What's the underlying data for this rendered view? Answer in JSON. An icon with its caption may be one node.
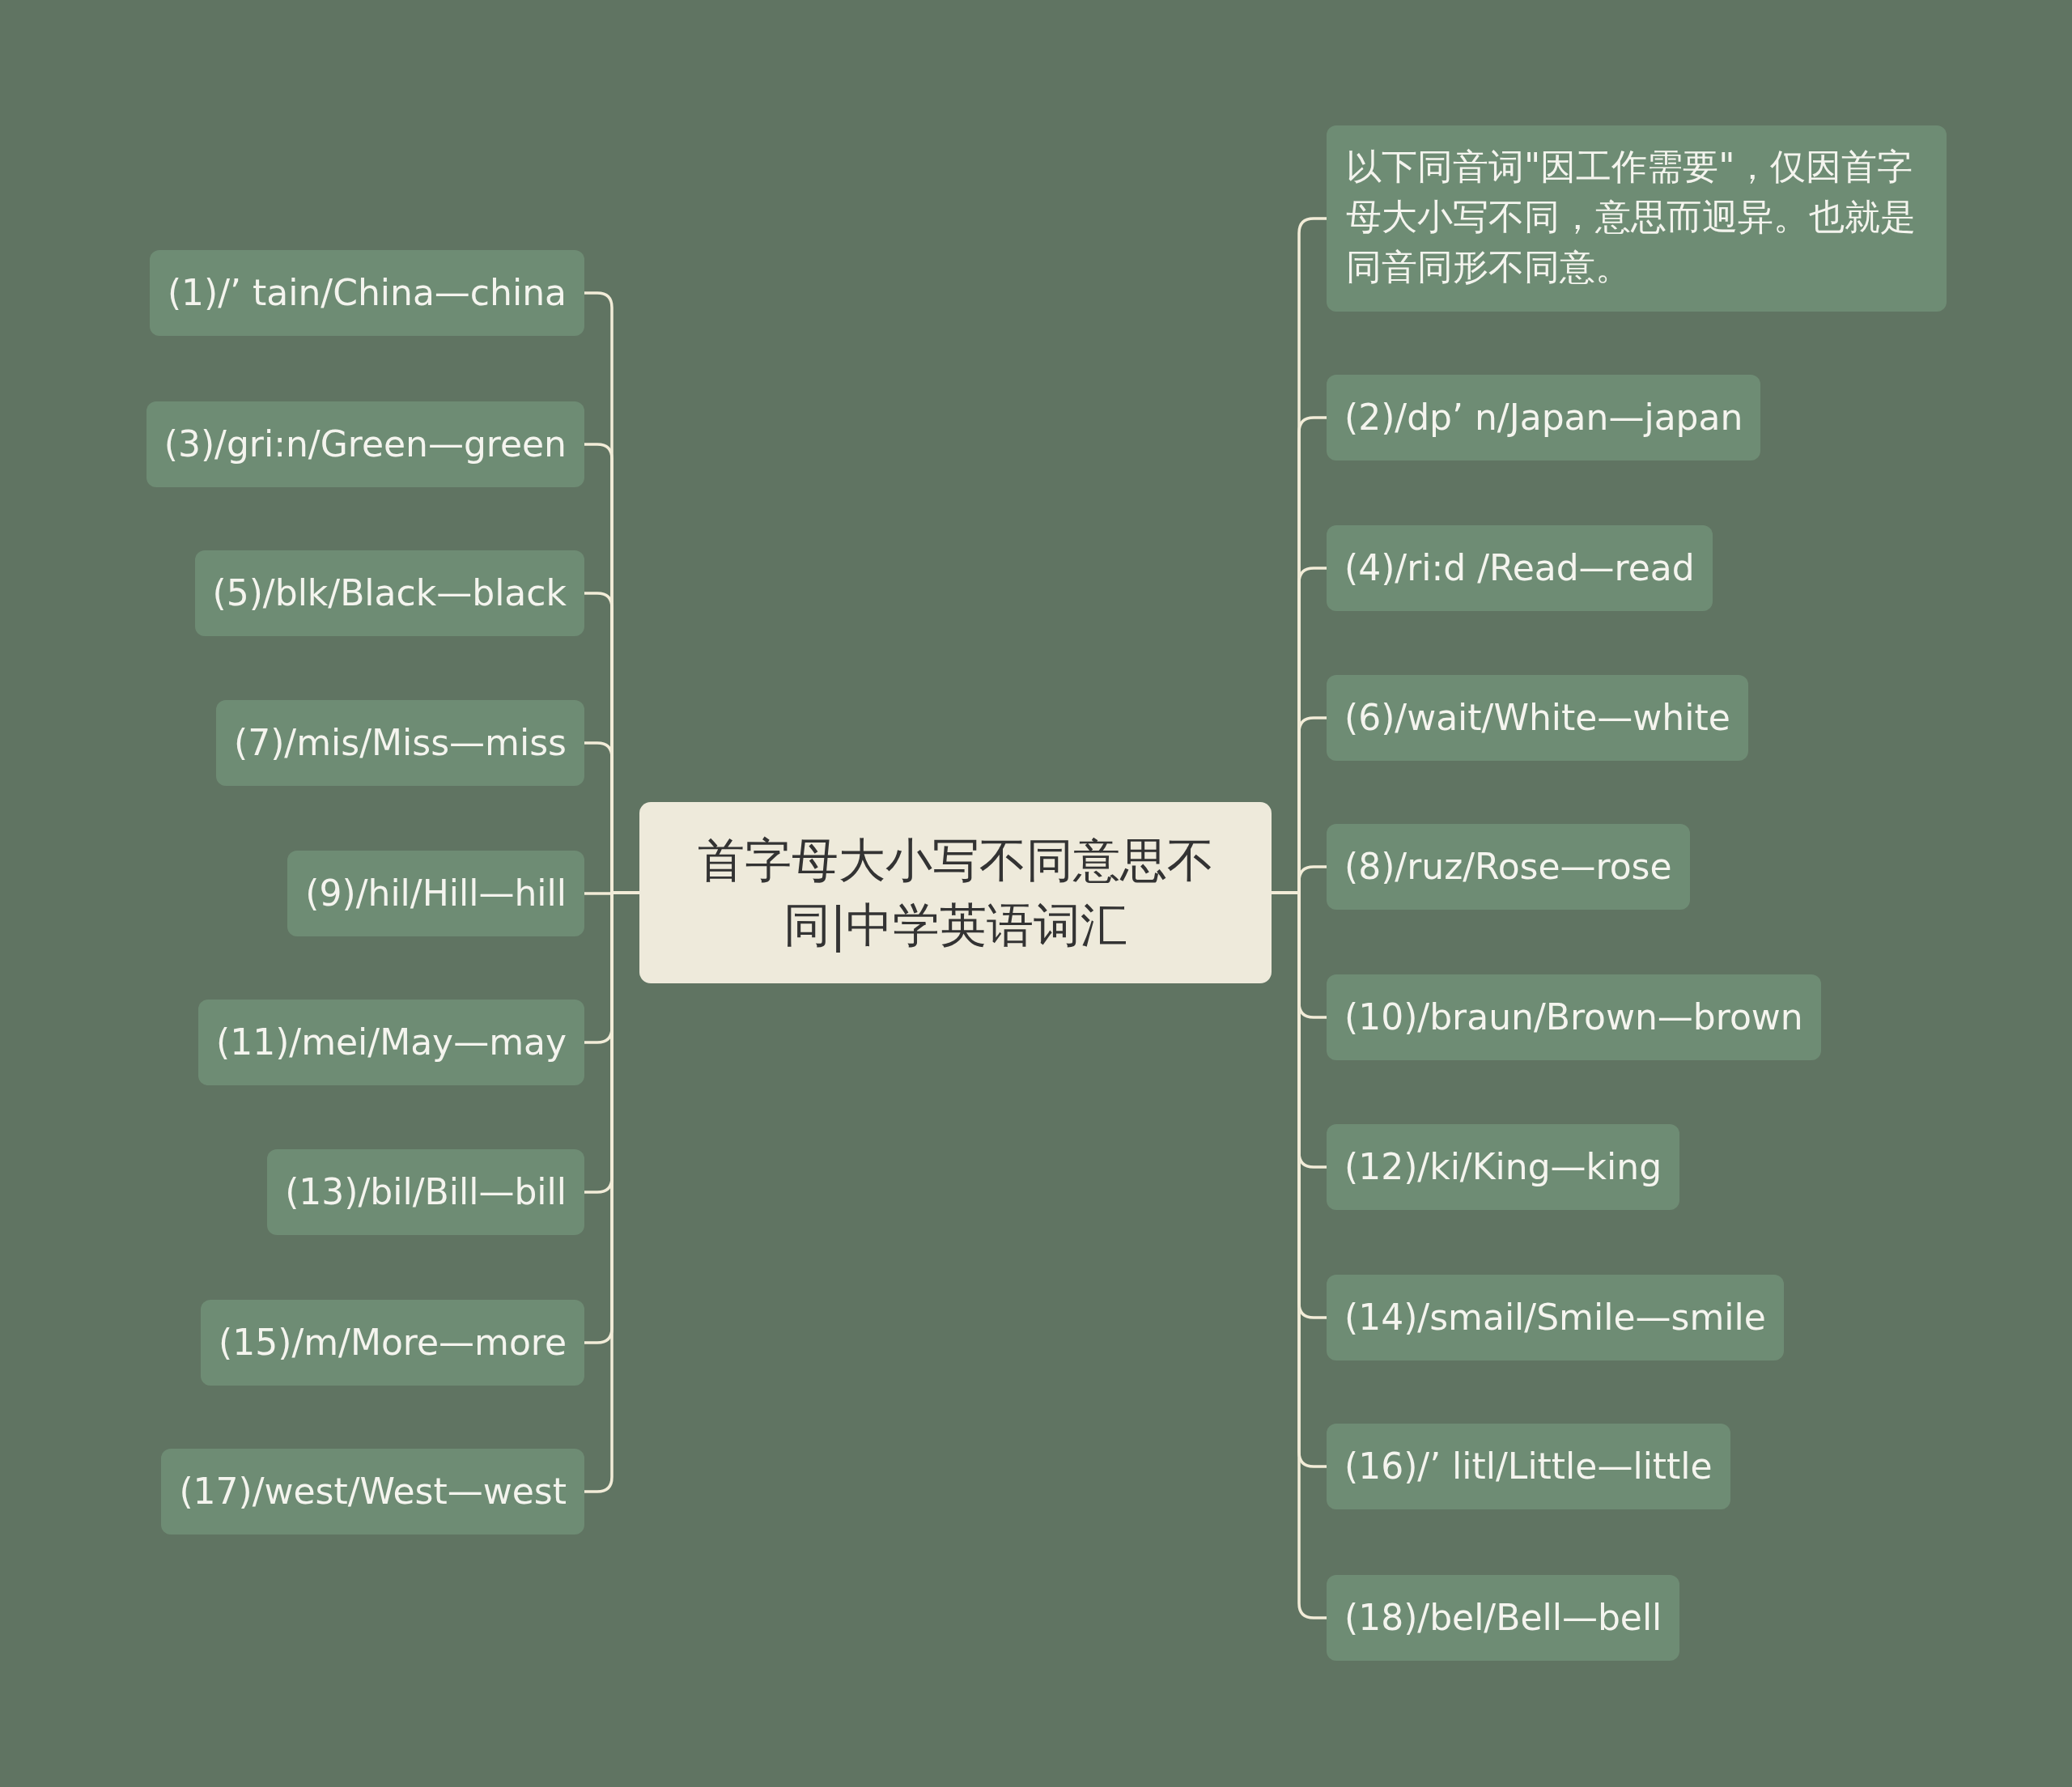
{
  "diagram": {
    "nodes": [
      {
        "text": [
          "首字母大小写不同意思不同|中学英语词汇"
        ]
      },
      {
        "text": [
          "(1)/’ tain/China—china"
        ]
      },
      {
        "text": [
          "(3)/gri:n/Green—green"
        ]
      },
      {
        "text": [
          "(5)/blk/Black—black"
        ]
      },
      {
        "text": [
          "(7)/mis/Miss—miss"
        ]
      },
      {
        "text": [
          "(9)/hil/Hill—hill"
        ]
      },
      {
        "text": [
          "(11)/mei/May—may"
        ]
      },
      {
        "text": [
          "(13)/bil/Bill—bill"
        ]
      },
      {
        "text": [
          "(15)/m/More—more"
        ]
      },
      {
        "text": [
          "(17)/west/West—west"
        ]
      },
      {
        "text": [
          "以下同音词\"因工作需要\"，仅因首字母大小写不同，意思而迥异。也就是同音同形不同意。"
        ]
      },
      {
        "text": [
          "(2)/dp’ n/Japan—japan"
        ]
      },
      {
        "text": [
          "(4)/ri:d /Read—read"
        ]
      },
      {
        "text": [
          "(6)/wait/White—white"
        ]
      },
      {
        "text": [
          "(8)/ruz/Rose—rose"
        ]
      },
      {
        "text": [
          "(10)/braun/Brown—brown"
        ]
      },
      {
        "text": [
          "(12)/ki/King—king"
        ]
      },
      {
        "text": [
          "(14)/smail/Smile—smile"
        ]
      },
      {
        "text": [
          "(16)/’ litl/Little—little"
        ]
      },
      {
        "text": [
          "(18)/bel/Bell—bell"
        ]
      }
    ],
    "edges": [
      {
        "from": 0,
        "to": 1,
        "arrow": "none"
      },
      {
        "from": 0,
        "to": 2,
        "arrow": "none"
      },
      {
        "from": 0,
        "to": 3,
        "arrow": "none"
      },
      {
        "from": 0,
        "to": 4,
        "arrow": "none"
      },
      {
        "from": 0,
        "to": 5,
        "arrow": "none"
      },
      {
        "from": 0,
        "to": 6,
        "arrow": "none"
      },
      {
        "from": 0,
        "to": 7,
        "arrow": "none"
      },
      {
        "from": 0,
        "to": 8,
        "arrow": "none"
      },
      {
        "from": 0,
        "to": 9,
        "arrow": "none"
      },
      {
        "from": 0,
        "to": 10,
        "arrow": "none"
      },
      {
        "from": 0,
        "to": 11,
        "arrow": "none"
      },
      {
        "from": 0,
        "to": 12,
        "arrow": "none"
      },
      {
        "from": 0,
        "to": 13,
        "arrow": "none"
      },
      {
        "from": 0,
        "to": 14,
        "arrow": "none"
      },
      {
        "from": 0,
        "to": 15,
        "arrow": "none"
      },
      {
        "from": 0,
        "to": 16,
        "arrow": "none"
      },
      {
        "from": 0,
        "to": 17,
        "arrow": "none"
      },
      {
        "from": 0,
        "to": 18,
        "arrow": "none"
      },
      {
        "from": 0,
        "to": 19,
        "arrow": "none"
      }
    ]
  }
}
